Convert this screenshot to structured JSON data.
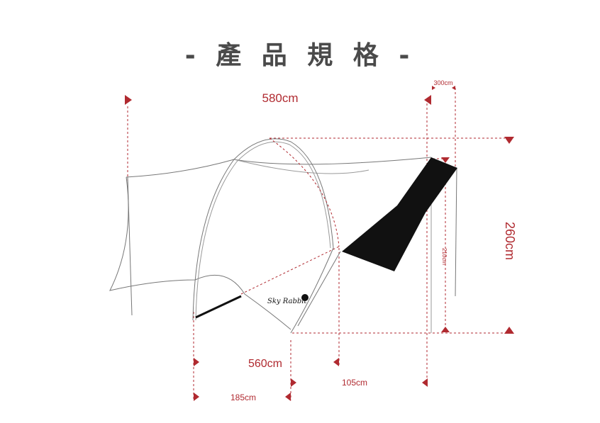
{
  "title": "- 產 品 規 格 -",
  "logo": "Sky Rabbit",
  "dimensions": {
    "total_length": "580cm",
    "wing_width": "300cm",
    "height": "260cm",
    "pole_height": "210cm",
    "base_length": "560cm",
    "segment_185": "185cm",
    "segment_105": "105cm"
  },
  "colors": {
    "accent": "#b02a30",
    "text": "#4a4a4a",
    "wing": "#111111"
  }
}
